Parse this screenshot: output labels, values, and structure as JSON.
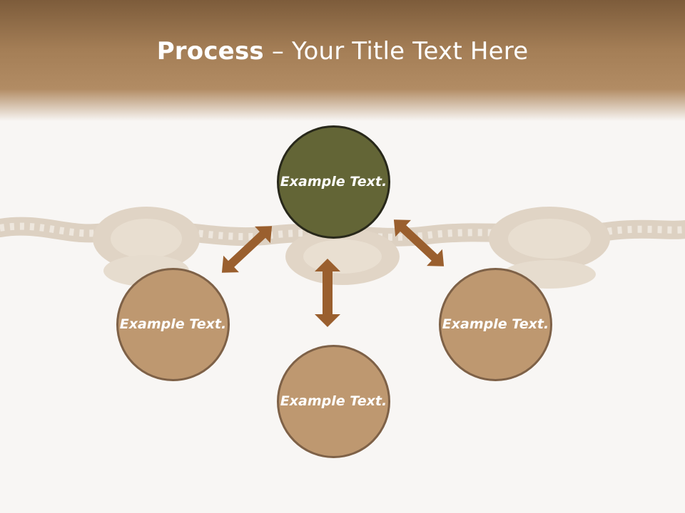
{
  "title": {
    "bold": "Process",
    "rest": " – Your Title Text Here"
  },
  "nodes": {
    "top": "Example Text.",
    "left": "Example Text.",
    "right": "Example Text.",
    "bottom": "Example Text."
  },
  "colors": {
    "header": "#a47e56",
    "center_node": "#636536",
    "outer_node": "#be9870",
    "arrow": "#9a5f2e",
    "background": "#f8f6f4"
  },
  "icons": [
    "knotted-rope-image",
    "double-arrow-icon"
  ]
}
